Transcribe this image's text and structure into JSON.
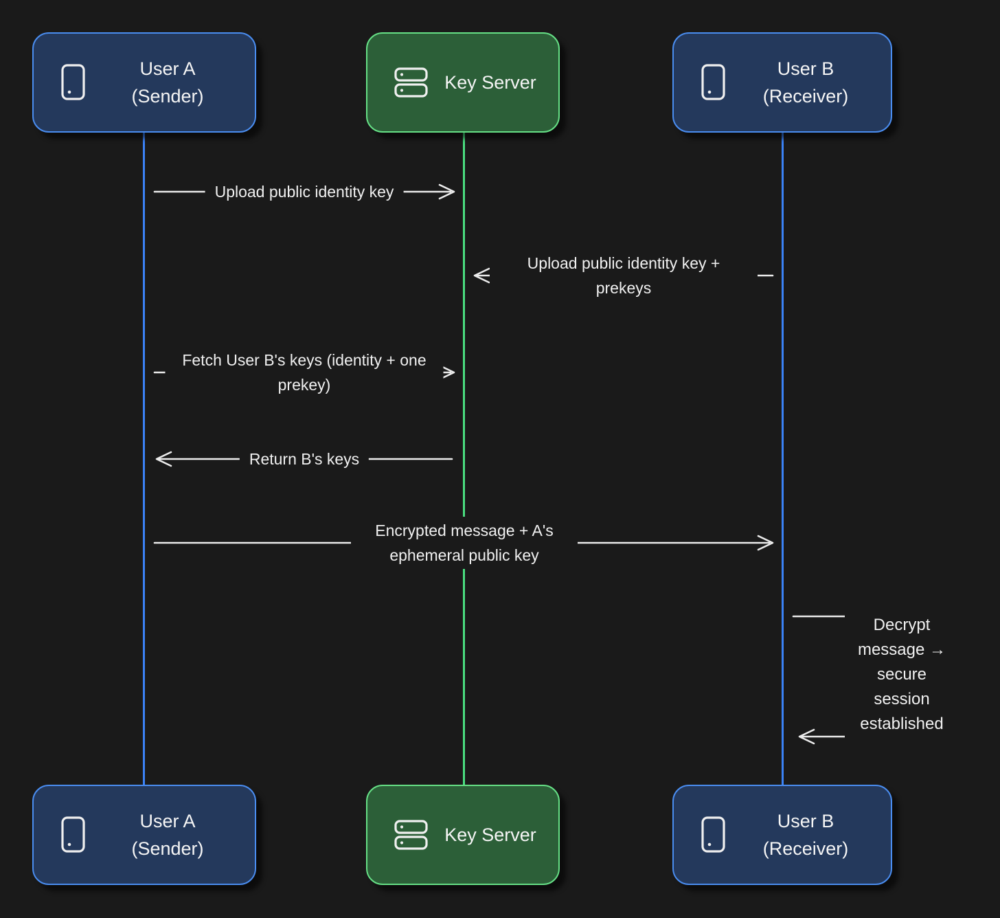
{
  "diagram_type": "sequence-diagram",
  "theme": {
    "background": "#1a1a1a",
    "arrow_color": "#ececec",
    "text_color": "#f0f0f0",
    "user_box_fill": "#24395c",
    "user_box_border": "#4a8df0",
    "user_lifeline": "#3b82f6",
    "server_box_fill": "#2c5f38",
    "server_box_border": "#66e086",
    "server_lifeline": "#4ade80"
  },
  "actors": [
    {
      "id": "user_a",
      "name": "User A",
      "role": "(Sender)",
      "icon": "smartphone-icon",
      "color_fill": "#24395c",
      "color_border": "#4a8df0"
    },
    {
      "id": "key_server",
      "name": "Key Server",
      "role": "",
      "icon": "server-icon",
      "color_fill": "#2c5f38",
      "color_border": "#66e086"
    },
    {
      "id": "user_b",
      "name": "User B",
      "role": "(Receiver)",
      "icon": "smartphone-icon",
      "color_fill": "#24395c",
      "color_border": "#4a8df0"
    }
  ],
  "messages": [
    {
      "index": 1,
      "from": "user_a",
      "to": "key_server",
      "label": "Upload public identity key"
    },
    {
      "index": 2,
      "from": "user_b",
      "to": "key_server",
      "label": "Upload public identity key + prekeys"
    },
    {
      "index": 3,
      "from": "user_a",
      "to": "key_server",
      "label": "Fetch User B's keys (identity + one prekey)"
    },
    {
      "index": 4,
      "from": "key_server",
      "to": "user_a",
      "label": "Return B's keys"
    },
    {
      "index": 5,
      "from": "user_a",
      "to": "user_b",
      "label": "Encrypted message + A's ephemeral public key"
    },
    {
      "index": 6,
      "from": "user_b",
      "to": "user_b",
      "label": "Decrypt message → secure session established",
      "type": "self-message"
    }
  ]
}
